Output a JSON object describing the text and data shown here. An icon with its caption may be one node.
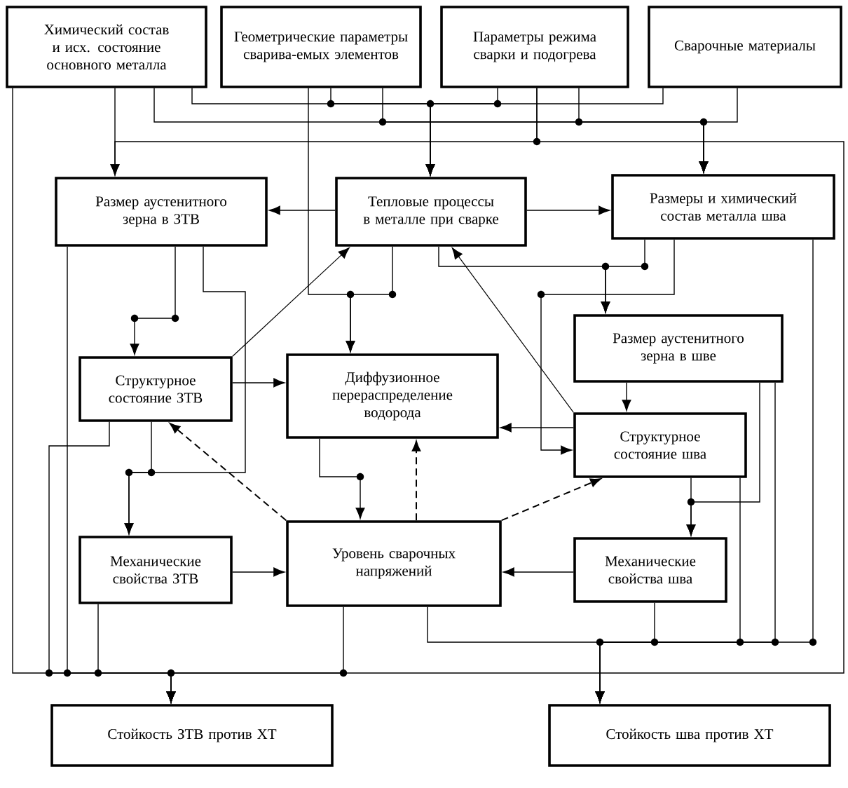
{
  "diagram": {
    "nodes": [
      {
        "text": [
          "Химический состав и исх. состояние основного металла"
        ]
      },
      {
        "text": [
          "Геометрические параметры сварива-емых элементов"
        ]
      },
      {
        "text": [
          "Параметры режима сварки и подогрева"
        ]
      },
      {
        "text": [
          "Сварочные материалы"
        ]
      },
      {
        "text": [
          "Размер аустенитного зерна в ЗТВ"
        ]
      },
      {
        "text": [
          "Тепловые процессы в металле при сварке"
        ]
      },
      {
        "text": [
          "Размеры и химический состав металла шва"
        ]
      },
      {
        "text": [
          "Размер аустенитного зерна в шве"
        ]
      },
      {
        "text": [
          "Структурное состояние ЗТВ"
        ]
      },
      {
        "text": [
          "Диффузионное перераспределение водорода"
        ]
      },
      {
        "text": [
          "Структурное состояние шва"
        ]
      },
      {
        "text": [
          "Механические свойства ЗТВ"
        ]
      },
      {
        "text": [
          "Уровень сварочных напряжений"
        ]
      },
      {
        "text": [
          "Механические свойства шва"
        ]
      },
      {
        "text": [
          "Стойкость ЗТВ против ХТ"
        ]
      },
      {
        "text": [
          "Стойкость шва против ХТ"
        ]
      }
    ],
    "edges": [
      {
        "from": 0,
        "to": 4,
        "arrow": "to"
      },
      {
        "from": 0,
        "to": 5,
        "arrow": "to"
      },
      {
        "from": 1,
        "to": 5,
        "arrow": "to"
      },
      {
        "from": 2,
        "to": 5,
        "arrow": "to"
      },
      {
        "from": 3,
        "to": 5,
        "arrow": "to"
      },
      {
        "from": 0,
        "to": 6,
        "arrow": "to"
      },
      {
        "from": 1,
        "to": 6,
        "arrow": "to"
      },
      {
        "from": 2,
        "to": 6,
        "arrow": "to"
      },
      {
        "from": 3,
        "to": 6,
        "arrow": "to"
      },
      {
        "from": 2,
        "to": 4,
        "arrow": "to"
      },
      {
        "from": 5,
        "to": 4,
        "arrow": "to"
      },
      {
        "from": 5,
        "to": 6,
        "arrow": "to"
      },
      {
        "from": 4,
        "to": 8,
        "arrow": "to"
      },
      {
        "from": 5,
        "to": 9,
        "arrow": "to"
      },
      {
        "from": 1,
        "to": 9,
        "arrow": "to"
      },
      {
        "from": 6,
        "to": 7,
        "arrow": "to"
      },
      {
        "from": 5,
        "to": 7,
        "arrow": "to"
      },
      {
        "from": 8,
        "to": 5,
        "arrow": "to"
      },
      {
        "from": 10,
        "to": 5,
        "arrow": "to"
      },
      {
        "from": 8,
        "to": 9,
        "arrow": "to"
      },
      {
        "from": 10,
        "to": 9,
        "arrow": "to"
      },
      {
        "from": 7,
        "to": 10,
        "arrow": "to"
      },
      {
        "from": 6,
        "to": 10,
        "arrow": "to"
      },
      {
        "from": 12,
        "to": 8,
        "arrow": "to",
        "style": "dashed"
      },
      {
        "from": 12,
        "to": 9,
        "arrow": "to",
        "style": "dashed"
      },
      {
        "from": 12,
        "to": 10,
        "arrow": "to",
        "style": "dashed"
      },
      {
        "from": 8,
        "to": 11,
        "arrow": "to"
      },
      {
        "from": 4,
        "to": 11,
        "arrow": "to"
      },
      {
        "from": 9,
        "to": 12,
        "arrow": "to"
      },
      {
        "from": 11,
        "to": 12,
        "arrow": "to"
      },
      {
        "from": 13,
        "to": 12,
        "arrow": "to"
      },
      {
        "from": 10,
        "to": 13,
        "arrow": "to"
      },
      {
        "from": 7,
        "to": 13,
        "arrow": "to"
      },
      {
        "from": 11,
        "to": 14,
        "arrow": "to"
      },
      {
        "from": 12,
        "to": 14,
        "arrow": "to"
      },
      {
        "from": 8,
        "to": 14,
        "arrow": "to"
      },
      {
        "from": 0,
        "to": 14,
        "arrow": "to"
      },
      {
        "from": 4,
        "to": 14,
        "arrow": "to"
      },
      {
        "from": 2,
        "to": 14,
        "arrow": "to"
      },
      {
        "from": 12,
        "to": 15,
        "arrow": "to"
      },
      {
        "from": 13,
        "to": 15,
        "arrow": "to"
      },
      {
        "from": 10,
        "to": 15,
        "arrow": "to"
      },
      {
        "from": 7,
        "to": 15,
        "arrow": "to"
      },
      {
        "from": 6,
        "to": 15,
        "arrow": "to"
      }
    ]
  }
}
